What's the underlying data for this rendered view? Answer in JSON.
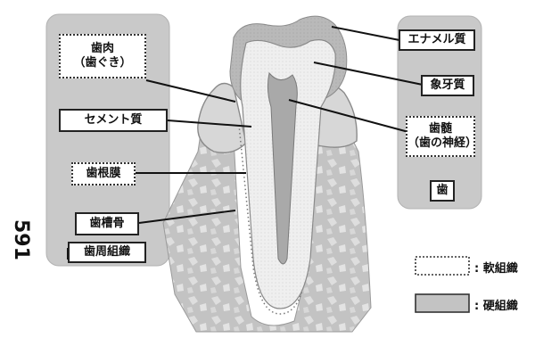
{
  "labels": {
    "enamel": "エナメル質",
    "dentin": "象牙質",
    "pulp": "歯髄\n（歯の神経）",
    "tooth": "歯",
    "gingiva": "歯肉\n（歯ぐき）",
    "cementum": "セメント質",
    "pdl": "歯根膜",
    "alveolar_bone": "歯槽骨",
    "periodontium": "歯周組織"
  },
  "legend": {
    "soft": ": 軟組織",
    "hard": ": 硬組織"
  },
  "page_number": "591",
  "colors": {
    "panel_gray": "#c9c9c9",
    "enamel_gray": "#b9b9b9",
    "dentin": "#f0f0f0",
    "pulp_gray": "#a9a9a9",
    "bone_gray": "#bdbdbd",
    "gum_gray": "#d7d7d7",
    "line": "#111111"
  }
}
